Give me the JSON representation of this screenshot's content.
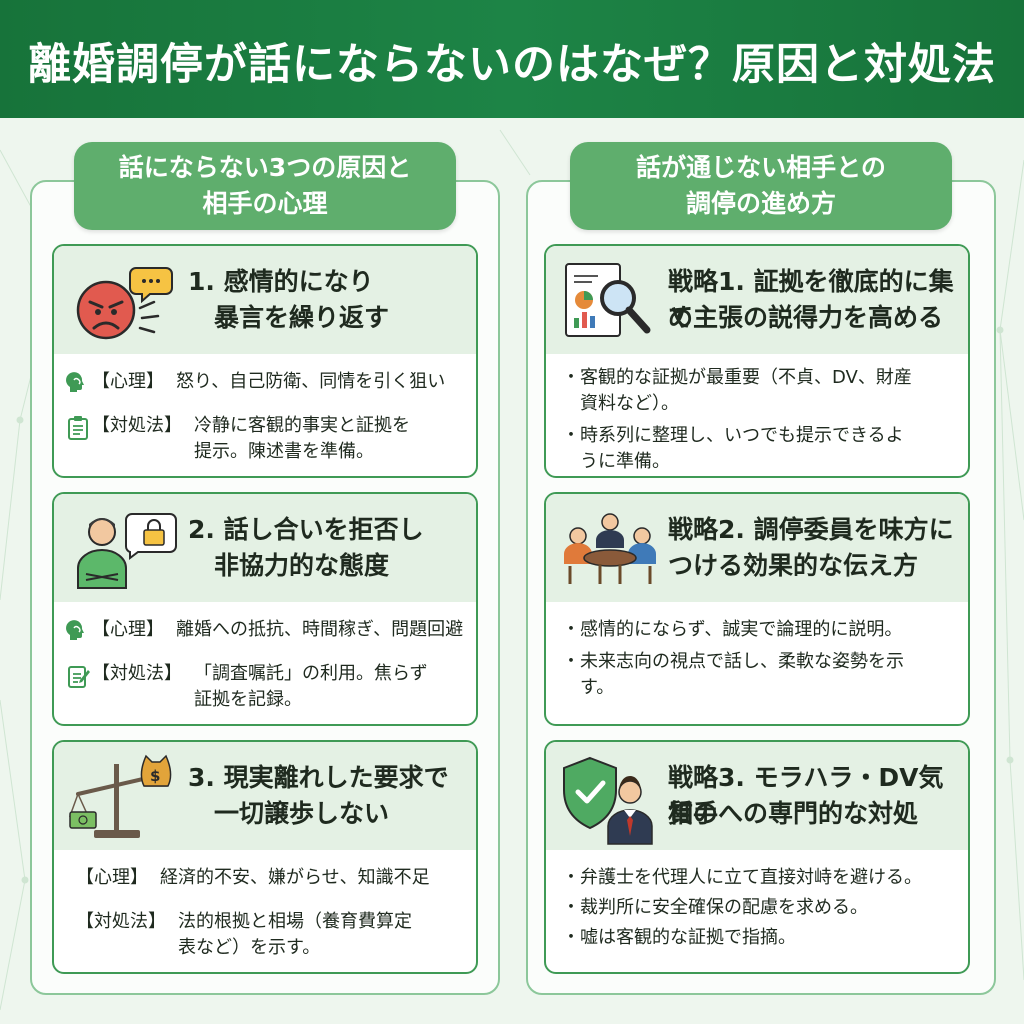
{
  "title": "離婚調停が話にならないのはなぜ？原因と対処法",
  "left": {
    "label": [
      "話にならない3つの原因と",
      "相手の心理"
    ],
    "cards": [
      {
        "title": [
          "1. 感情的になり",
          "暴言を繰り返す"
        ],
        "psych_label": "【心理】",
        "psych": "怒り、自己防衛、同情を引く狙い",
        "action_label": "【対処法】",
        "action": [
          "冷静に客観的事実と証拠を",
          "提示。陳述書を準備。"
        ]
      },
      {
        "title": [
          "2. 話し合いを拒否し",
          "非協力的な態度"
        ],
        "psych_label": "【心理】",
        "psych": "離婚への抵抗、時間稼ぎ、問題回避",
        "action_label": "【対処法】",
        "action": [
          "「調査嘱託」の利用。焦らず",
          "証拠を記録。"
        ]
      },
      {
        "title": [
          "3. 現実離れした要求で",
          "一切譲歩しない"
        ],
        "psych_label": "【心理】",
        "psych": "経済的不安、嫌がらせ、知識不足",
        "action_label": "【対処法】",
        "action": [
          "法的根拠と相場（養育費算定",
          "表など）を示す。"
        ]
      }
    ],
    "icons": [
      "angry-face",
      "lock-speech",
      "money-scale"
    ]
  },
  "right": {
    "label": [
      "話が通じない相手との",
      "調停の進め方"
    ],
    "cards": [
      {
        "title": [
          "戦略1. 証拠を徹底的に集め",
          "て主張の説得力を高める"
        ],
        "bullets": [
          [
            "・客観的な証拠が最重要（不貞、DV、財産",
            "資料など）。"
          ],
          [
            "・時系列に整理し、いつでも提示できるよ",
            "うに準備。"
          ]
        ]
      },
      {
        "title": [
          "戦略2. 調停委員を味方に",
          "つける効果的な伝え方"
        ],
        "bullets": [
          [
            "・感情的にならず、誠実で論理的に説明。"
          ],
          [
            "・未来志向の視点で話し、柔軟な姿勢を示",
            "す。"
          ]
        ]
      },
      {
        "title": [
          "戦略3. モラハラ・DV気質の",
          "相手への専門的な対処"
        ],
        "bullets": [
          [
            "・弁護士を代理人に立て直接対峙を避ける。"
          ],
          [
            "・裁判所に安全確保の配慮を求める。"
          ],
          [
            "・嘘は客観的な証拠で指摘。"
          ]
        ]
      }
    ]
  },
  "colors": {
    "header": "#1d8446",
    "label": "#5fae6d",
    "border": "#3f9a55",
    "card_head": "#e4f1e4"
  }
}
